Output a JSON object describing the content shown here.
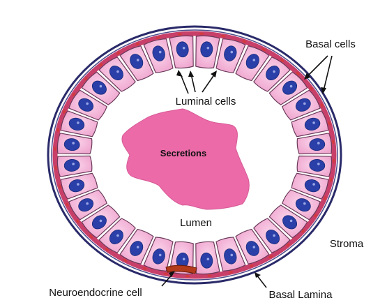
{
  "labels": {
    "basal_cells": "Basal cells",
    "luminal_cells": "Luminal cells",
    "secretions": "Secretions",
    "lumen": "Lumen",
    "stroma": "Stroma",
    "neuroendocrine_cell": "Neuroendocrine cell",
    "basal_lamina": "Basal Lamina"
  },
  "colors": {
    "luminal_cell_fill": "#f4b8dc",
    "luminal_cell_stroke": "#6a3a5a",
    "nucleus_fill": "#2a3fa8",
    "nucleus_highlight": "#9aa6e6",
    "secretions_fill": "#ec6aa8",
    "basal_layer_fill": "#c83f6a",
    "basal_cell_fill": "#d33a3a",
    "lamina_stroke": "#2a2a6a",
    "neuroendocrine_fill": "#b33a1a",
    "arrow_color": "#111111"
  }
}
